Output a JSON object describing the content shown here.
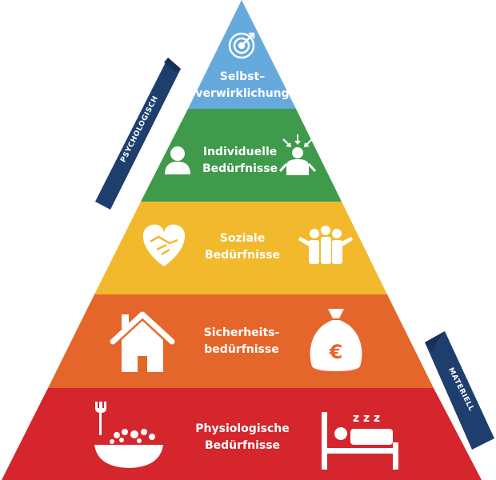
{
  "levels": [
    {
      "id": "selbstverwirklichung",
      "line1": "Selbst–",
      "line2": "verwirklichung",
      "color": "#66a9dc",
      "icons": [
        "target-icon"
      ]
    },
    {
      "id": "individuelle",
      "line1": "Individuelle",
      "line2": "Bedürfnisse",
      "color": "#3f9a4c",
      "icons": [
        "person-icon",
        "recognition-person-icon"
      ]
    },
    {
      "id": "soziale",
      "line1": "Soziale",
      "line2": "Bedürfnisse",
      "color": "#f2b92c",
      "icons": [
        "heart-handshake-icon",
        "group-icon"
      ]
    },
    {
      "id": "sicherheit",
      "line1": "Sicherheits-",
      "line2": "bedürfnisse",
      "color": "#e5662a",
      "icons": [
        "house-icon",
        "money-bag-icon"
      ]
    },
    {
      "id": "physiologisch",
      "line1": "Physiologische",
      "line2": "Bedürfnisse",
      "color": "#d4262c",
      "icons": [
        "food-bowl-icon",
        "sleeping-bed-icon"
      ]
    }
  ],
  "banners": {
    "left": {
      "label": "PSYCHOLOGISCH",
      "color": "#1e3f6e"
    },
    "right": {
      "label": "MATERIELL",
      "color": "#1e3f6e"
    }
  },
  "money_symbol": "€",
  "sleep_text": "z z z"
}
